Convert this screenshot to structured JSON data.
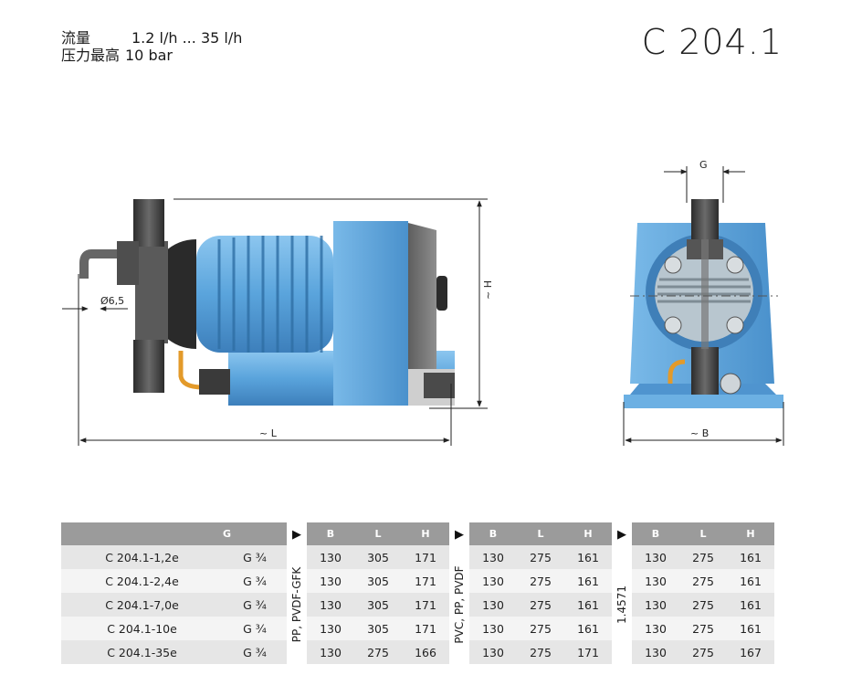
{
  "specs": {
    "flow_label": "流量",
    "flow_value": "1.2 l/h ... 35 l/h",
    "pressure_label": "压力最高",
    "pressure_value": "10 bar"
  },
  "model": "C 204.1",
  "drawing": {
    "dim_diameter": "Ø6,5",
    "dim_height": "~ H",
    "dim_length": "~ L",
    "dim_g": "G",
    "dim_width": "~ B",
    "colors": {
      "pump_blue": "#6aaee0",
      "pump_blue_dark": "#3f86c2",
      "fitting_gray": "#4a4a4a",
      "head_gray": "#7a7a7a"
    }
  },
  "table": {
    "header": {
      "g": "G",
      "arrow": "▶",
      "b": "B",
      "l": "L",
      "h": "H"
    },
    "materials": [
      "PP, PVDF-GFK",
      "PVC, PP, PVDF",
      "1.4571"
    ],
    "rows": [
      {
        "name": "C 204.1-1,2e",
        "g": "G ¾",
        "m1": [
          "130",
          "305",
          "171"
        ],
        "m2": [
          "130",
          "275",
          "161"
        ],
        "m3": [
          "130",
          "275",
          "161"
        ]
      },
      {
        "name": "C 204.1-2,4e",
        "g": "G ¾",
        "m1": [
          "130",
          "305",
          "171"
        ],
        "m2": [
          "130",
          "275",
          "161"
        ],
        "m3": [
          "130",
          "275",
          "161"
        ]
      },
      {
        "name": "C 204.1-7,0e",
        "g": "G ¾",
        "m1": [
          "130",
          "305",
          "171"
        ],
        "m2": [
          "130",
          "275",
          "161"
        ],
        "m3": [
          "130",
          "275",
          "161"
        ]
      },
      {
        "name": "C 204.1-10e",
        "g": "G ¾",
        "m1": [
          "130",
          "305",
          "171"
        ],
        "m2": [
          "130",
          "275",
          "161"
        ],
        "m3": [
          "130",
          "275",
          "161"
        ]
      },
      {
        "name": "C 204.1-35e",
        "g": "G ¾",
        "m1": [
          "130",
          "275",
          "166"
        ],
        "m2": [
          "130",
          "275",
          "171"
        ],
        "m3": [
          "130",
          "275",
          "167"
        ]
      }
    ]
  }
}
